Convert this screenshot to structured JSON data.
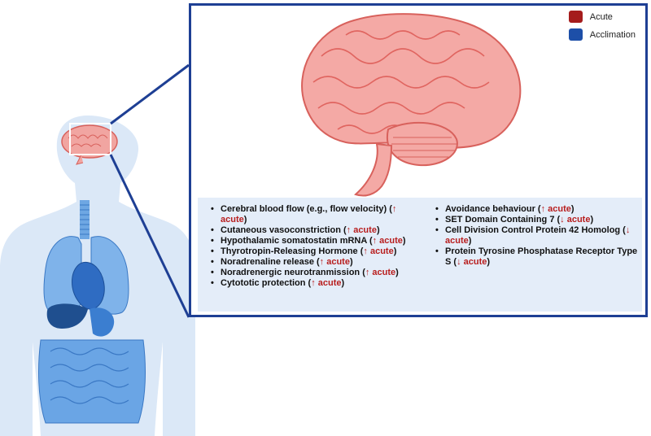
{
  "legend": {
    "items": [
      {
        "label": "Acute",
        "color": "#a51c1c"
      },
      {
        "label": "Acclimation",
        "color": "#1d4fa8"
      }
    ]
  },
  "effects": {
    "col1": [
      {
        "text": "Cerebral blood flow (e.g., flow velocity) (",
        "dir": "↑",
        "tag": " acute",
        "close": ")"
      },
      {
        "text": "Cutaneous vasoconstriction  (",
        "dir": "↑",
        "tag": " acute",
        "close": ")"
      },
      {
        "text": "Hypothalamic somatostatin mRNA (",
        "dir": "↑",
        "tag": " acute",
        "close": ")"
      },
      {
        "text": "Thyrotropin-Releasing Hormone (",
        "dir": "↑",
        "tag": " acute",
        "close": ")"
      },
      {
        "text": "Noradrenaline release (",
        "dir": "↑",
        "tag": " acute",
        "close": ")"
      },
      {
        "text": "Noradrenergic neurotranmission (",
        "dir": "↑",
        "tag": " acute",
        "close": ")"
      },
      {
        "text": "Cytototic protection (",
        "dir": "↑",
        "tag": " acute",
        "close": ")"
      }
    ],
    "col2": [
      {
        "text": "Avoidance behaviour (",
        "dir": "↑",
        "tag": " acute",
        "close": ")"
      },
      {
        "text": "SET Domain Containing 7 (",
        "dir": "↓",
        "tag": " acute",
        "close": ")"
      },
      {
        "text": "Cell Division Control Protein 42 Homolog (",
        "dir": "↓",
        "tag": " acute",
        "close": ")"
      },
      {
        "text": "Protein Tyrosine Phosphatase Receptor Type S (",
        "dir": "↓",
        "tag": " acute",
        "close": ")"
      }
    ]
  },
  "colors": {
    "frame": "#1e3f94",
    "brain": "#f1a5a1",
    "brain_outline": "#d8615c",
    "body": "#dbe8f7",
    "organs": "#4d8fd9",
    "indicator": "#b81e1e"
  },
  "icons": [
    "brain-illustration",
    "human-body-illustration",
    "lungs-icon",
    "heart-icon",
    "liver-icon",
    "intestines-icon"
  ]
}
